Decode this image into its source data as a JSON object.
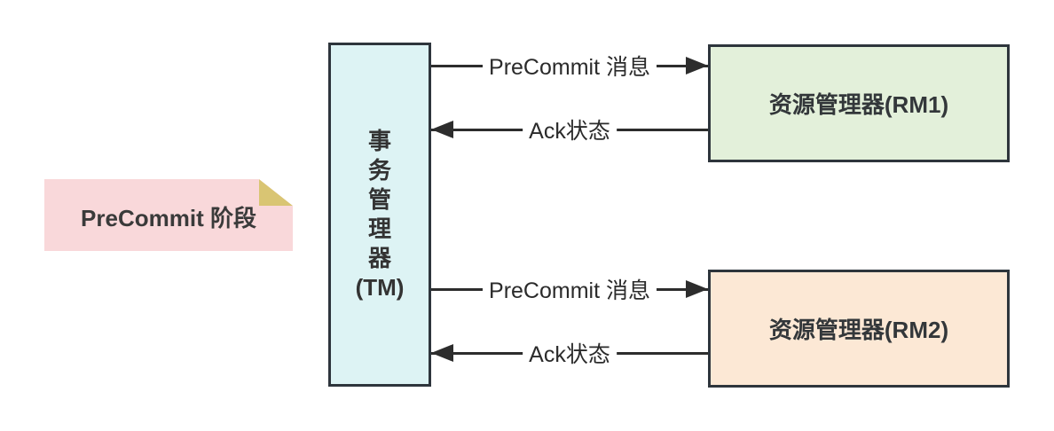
{
  "note": {
    "label": "PreCommit 阶段"
  },
  "tm": {
    "lines": [
      "事",
      "务",
      "管",
      "理",
      "器",
      "(TM)"
    ]
  },
  "rm1": {
    "label": "资源管理器(RM1)"
  },
  "rm2": {
    "label": "资源管理器(RM2)"
  },
  "arrows": [
    {
      "label": "PreCommit 消息",
      "direction": "right",
      "from": "TM",
      "to": "RM1"
    },
    {
      "label": "Ack状态",
      "direction": "left",
      "from": "RM1",
      "to": "TM"
    },
    {
      "label": "PreCommit 消息",
      "direction": "right",
      "from": "TM",
      "to": "RM2"
    },
    {
      "label": "Ack状态",
      "direction": "left",
      "from": "RM2",
      "to": "TM"
    }
  ],
  "colors": {
    "tm_fill": "#ddf3f4",
    "rm1_fill": "#e3f0da",
    "rm2_fill": "#fce8d5",
    "note_fill": "#f9d8da",
    "note_fold": "#d9c573",
    "box_border": "#2e353c",
    "arrow_line": "#2d2d2d",
    "text": "#333333",
    "background": "#ffffff"
  }
}
